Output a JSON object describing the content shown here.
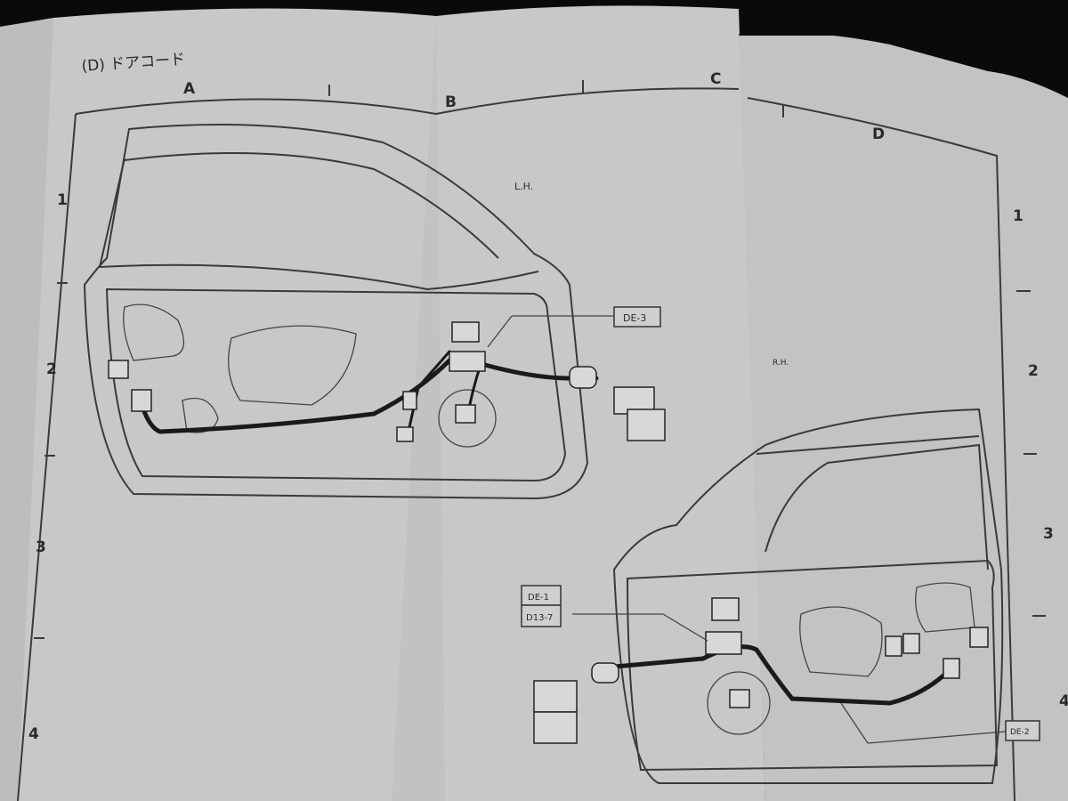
{
  "document": {
    "section_title": "(D) ドアコード",
    "columns": [
      "A",
      "B",
      "C",
      "D"
    ],
    "rows_left": [
      "1",
      "2",
      "3",
      "4"
    ],
    "rows_right": [
      "1",
      "2",
      "3",
      "4"
    ],
    "left_door": {
      "label": "L.H.",
      "callouts": [
        "DE-3"
      ]
    },
    "right_door": {
      "label": "R.H.",
      "callouts": [
        "DE-1",
        "D13-7",
        "DE-2"
      ]
    }
  }
}
